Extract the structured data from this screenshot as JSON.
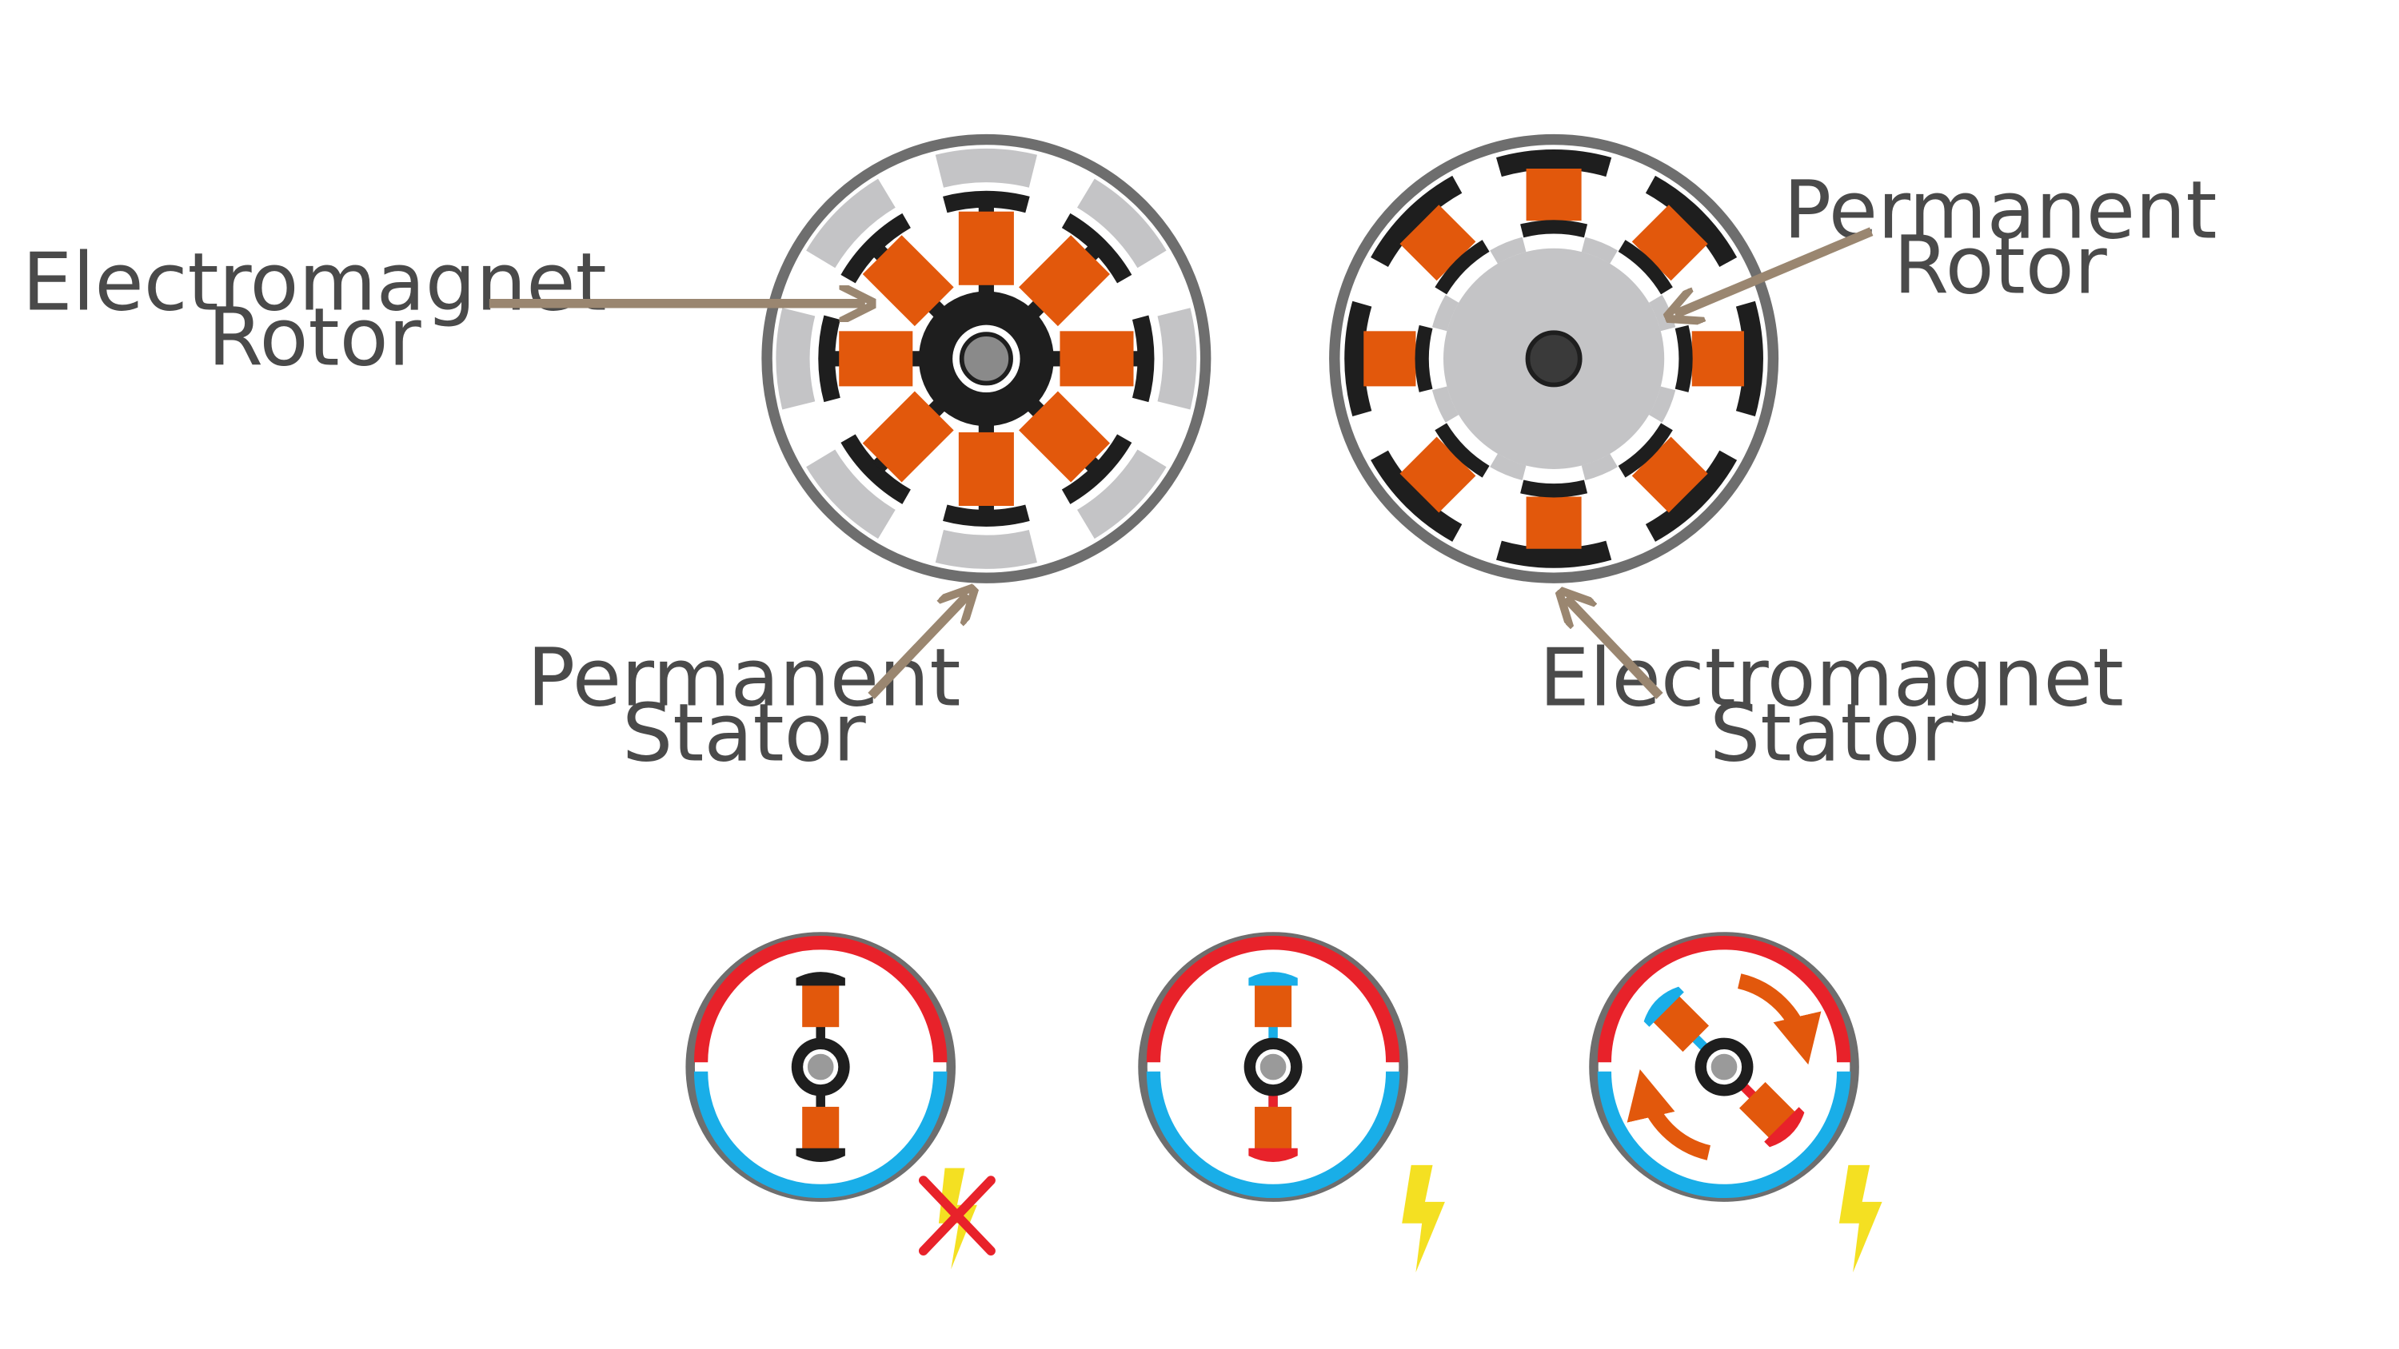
{
  "labels": {
    "electromagnet_rotor": [
      "Electromagnet",
      "Rotor"
    ],
    "permanent_stator": [
      "Permanent",
      "Stator"
    ],
    "permanent_rotor": [
      "Permanent",
      "Rotor"
    ],
    "electromagnet_stator": [
      "Electromagnet",
      "Stator"
    ]
  },
  "colors": {
    "coil": "#e2580c",
    "core": "#1e1e1e",
    "ring": "#6e6e6e",
    "permanent_magnet": "#c4c4c6",
    "arrow": "#9a8670",
    "north": "#e8222a",
    "south": "#19aee8",
    "lightning": "#f4e022",
    "cross": "#e8222a"
  },
  "small_motors": [
    {
      "state": "no-power",
      "icon": "lightning-crossed-icon"
    },
    {
      "state": "powered-aligned",
      "icon": "lightning-icon"
    },
    {
      "state": "powered-rotating",
      "icon": "lightning-icon"
    }
  ]
}
